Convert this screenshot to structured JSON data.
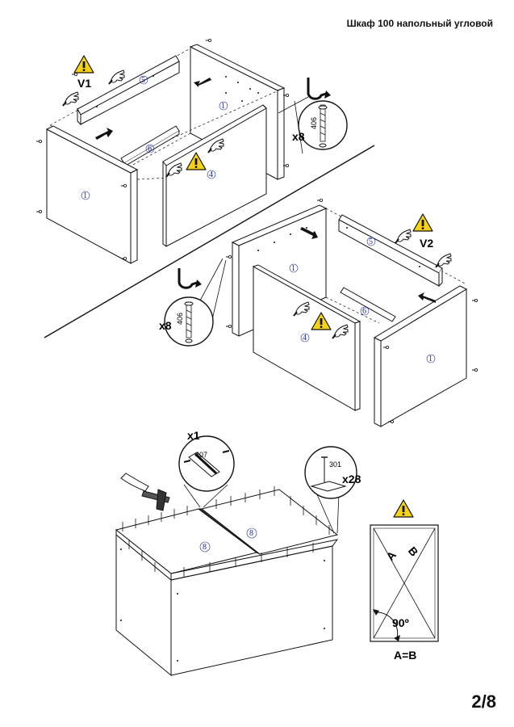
{
  "document": {
    "title": "Шкаф 100 напольный угловой",
    "page": "2/8"
  },
  "step1": {
    "variant": "V1",
    "qty": "x8",
    "screw_code": "406",
    "part_labels": [
      "5",
      "1",
      "6",
      "1",
      "4"
    ]
  },
  "step2": {
    "variant": "V2",
    "qty": "x8",
    "screw_code": "406",
    "part_labels": [
      "5",
      "1",
      "6",
      "4",
      "1"
    ]
  },
  "step3": {
    "strip_qty": "x1",
    "strip_code": "407",
    "nail_qty": "x28",
    "nail_code": "301",
    "part_labels": [
      "8",
      "8"
    ]
  },
  "check": {
    "diag_a": "A",
    "diag_b": "B",
    "angle": "90º",
    "rule": "A=B"
  },
  "icons": [
    "warning-icon",
    "hand-icon",
    "hammer-icon",
    "screwdriver-icon",
    "screw-icon",
    "arrow-icon"
  ],
  "colors": {
    "warning_fill": "#f5d312",
    "part_number": "#1a2a9a",
    "line": "#111111"
  }
}
